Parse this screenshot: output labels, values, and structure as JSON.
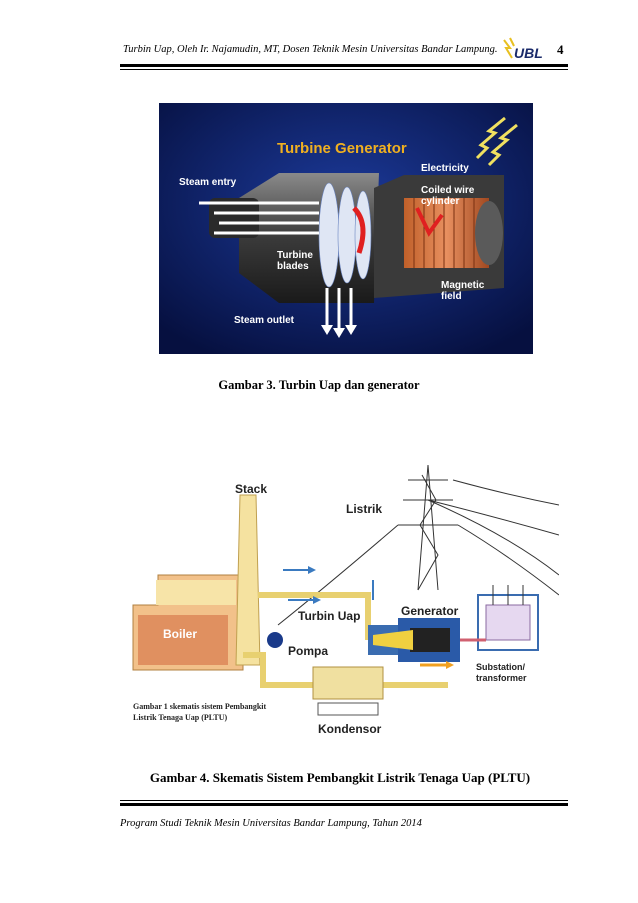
{
  "header": {
    "text": "Turbin Uap,   Oleh Ir. Najamudin, MT, Dosen Teknik Mesin Universitas Bandar Lampung.",
    "logo_text": "UBL",
    "page_number": "4"
  },
  "figure3": {
    "title": "Turbine Generator",
    "labels": {
      "steam_entry": "Steam entry",
      "electricity": "Electricity",
      "coiled1": "Coiled wire",
      "coiled2": "cylinder",
      "turbine1": "Turbine",
      "turbine2": "blades",
      "magnetic1": "Magnetic",
      "magnetic2": "field",
      "steam_outlet": "Steam outlet"
    },
    "caption": "Gambar 3. Turbin Uap dan generator"
  },
  "figure4": {
    "labels": {
      "stack": "Stack",
      "listrik": "Listrik",
      "boiler": "Boiler",
      "turbin_uap": "Turbin Uap",
      "generator": "Generator",
      "pompa": "Pompa",
      "substation1": "Substation/",
      "substation2": "transformer",
      "kondensor": "Kondensor",
      "note1": "Gambar 1 skematis sistem Pembangkit",
      "note2": "Listrik Tenaga Uap (PLTU)"
    },
    "caption": "Gambar 4. Skematis Sistem Pembangkit Listrik Tenaga Uap (PLTU)"
  },
  "footer": {
    "text": "Program Studi Teknik Mesin Universitas Bandar Lampung, Tahun 2014"
  }
}
